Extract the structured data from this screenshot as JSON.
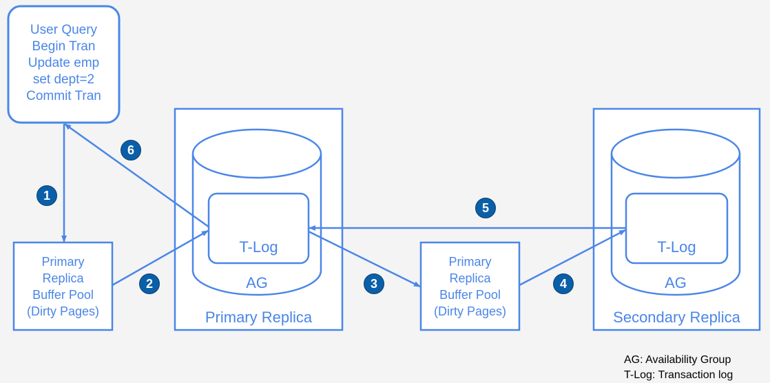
{
  "user_query": {
    "lines": [
      "User Query",
      "Begin Tran",
      "Update emp",
      "set dept=2",
      "Commit Tran"
    ]
  },
  "primary_buffer_pool": {
    "lines": [
      "Primary",
      "Replica",
      "Buffer Pool",
      "(Dirty Pages)"
    ]
  },
  "middle_buffer_pool": {
    "lines": [
      "Primary",
      "Replica",
      "Buffer Pool",
      "(Dirty Pages)"
    ]
  },
  "primary_replica": {
    "title": "Primary Replica",
    "ag_label": "AG",
    "tlog_label": "T-Log"
  },
  "secondary_replica": {
    "title": "Secondary Replica",
    "ag_label": "AG",
    "tlog_label": "T-Log"
  },
  "steps": [
    "1",
    "2",
    "3",
    "4",
    "5",
    "6"
  ],
  "legend": {
    "ag": "AG: Availability Group",
    "tlog": "T-Log: Transaction log"
  },
  "colors": {
    "accent": "#4a86e8",
    "badge": "#0a5fa8",
    "background": "#f4f4f4"
  }
}
